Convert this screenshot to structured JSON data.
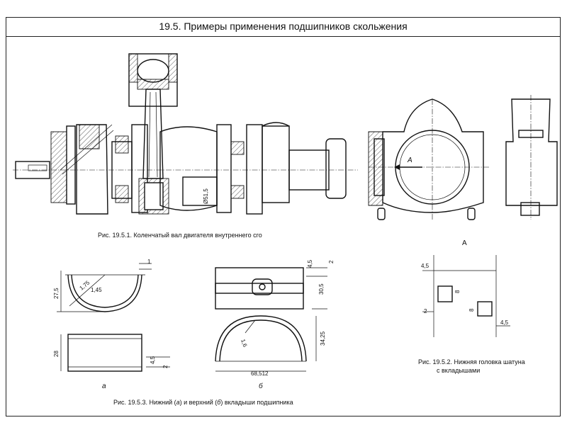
{
  "title": "19.5. Примеры применения подшипников скольжения",
  "captions": {
    "fig1": "Рис. 19.5.1. Коленчатый вал двигателя внутреннего сго",
    "fig2_line1": "Рис. 19.5.2. Нижняя головка шатуна",
    "fig2_line2": "с вкладышами",
    "fig3_prefix": "Рис. 19.5.3. Нижний (",
    "fig3_a": "а",
    "fig3_mid": ") и верхний (",
    "fig3_b": "б",
    "fig3_suffix": ") вкладыши подшипника"
  },
  "labels": {
    "view_a_top": "A",
    "view_a_inner": "A",
    "sub_a": "а",
    "sub_b": "б"
  },
  "dimensions": {
    "crank_journal": "Ø51,5",
    "a_gap_top": "1",
    "a_r1": "1,75",
    "a_r2": "1,45",
    "a_height": "27,5",
    "a_width": "28",
    "a_t1": "4,5",
    "a_t2": "2",
    "b_t1": "4,5",
    "b_t2": "2",
    "b_height": "30,5",
    "b_r": "1,6",
    "b_arc_height": "34,25",
    "b_width": "68,512",
    "c_top": "4,5",
    "c_mid": "8",
    "c_mid2": "8",
    "c_left": "2",
    "c_bottom": "4,5"
  }
}
